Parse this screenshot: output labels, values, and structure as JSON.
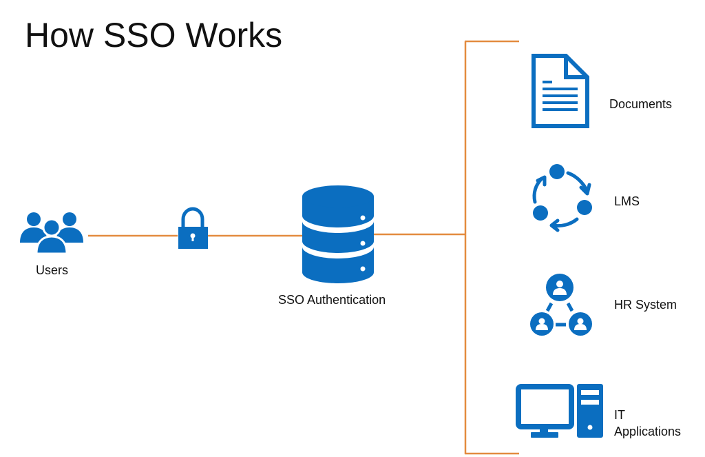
{
  "title": "How SSO Works",
  "colors": {
    "icon_blue": "#0B6EC0",
    "connector_orange": "#E38B3F",
    "text": "#111111",
    "background": "#FFFFFF"
  },
  "nodes": {
    "users": {
      "label": "Users",
      "icon": "users-icon"
    },
    "lock": {
      "icon": "lock-icon"
    },
    "sso": {
      "label": "SSO Authentication",
      "icon": "database-icon"
    }
  },
  "targets": [
    {
      "label": "Documents",
      "icon": "document-icon"
    },
    {
      "label": "LMS",
      "icon": "cycle-icon"
    },
    {
      "label": "HR System",
      "icon": "org-network-icon"
    },
    {
      "label_line1": "IT",
      "label_line2": "Applications",
      "icon": "computer-icon"
    }
  ]
}
